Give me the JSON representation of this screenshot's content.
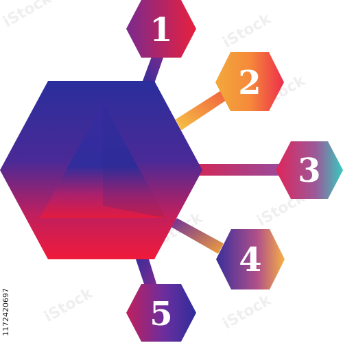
{
  "diagram": {
    "nodes": [
      {
        "label": "1"
      },
      {
        "label": "2"
      },
      {
        "label": "3"
      },
      {
        "label": "4"
      },
      {
        "label": "5"
      }
    ]
  },
  "watermark": {
    "text": "iStock",
    "id": "1172420697"
  },
  "colors": {
    "deep_blue": "#2a2e9c",
    "purple": "#7a2a90",
    "magenta": "#c0205a",
    "red": "#e8183f",
    "orange": "#f79a3a",
    "yellow": "#f6c545",
    "teal": "#38c9c0"
  }
}
